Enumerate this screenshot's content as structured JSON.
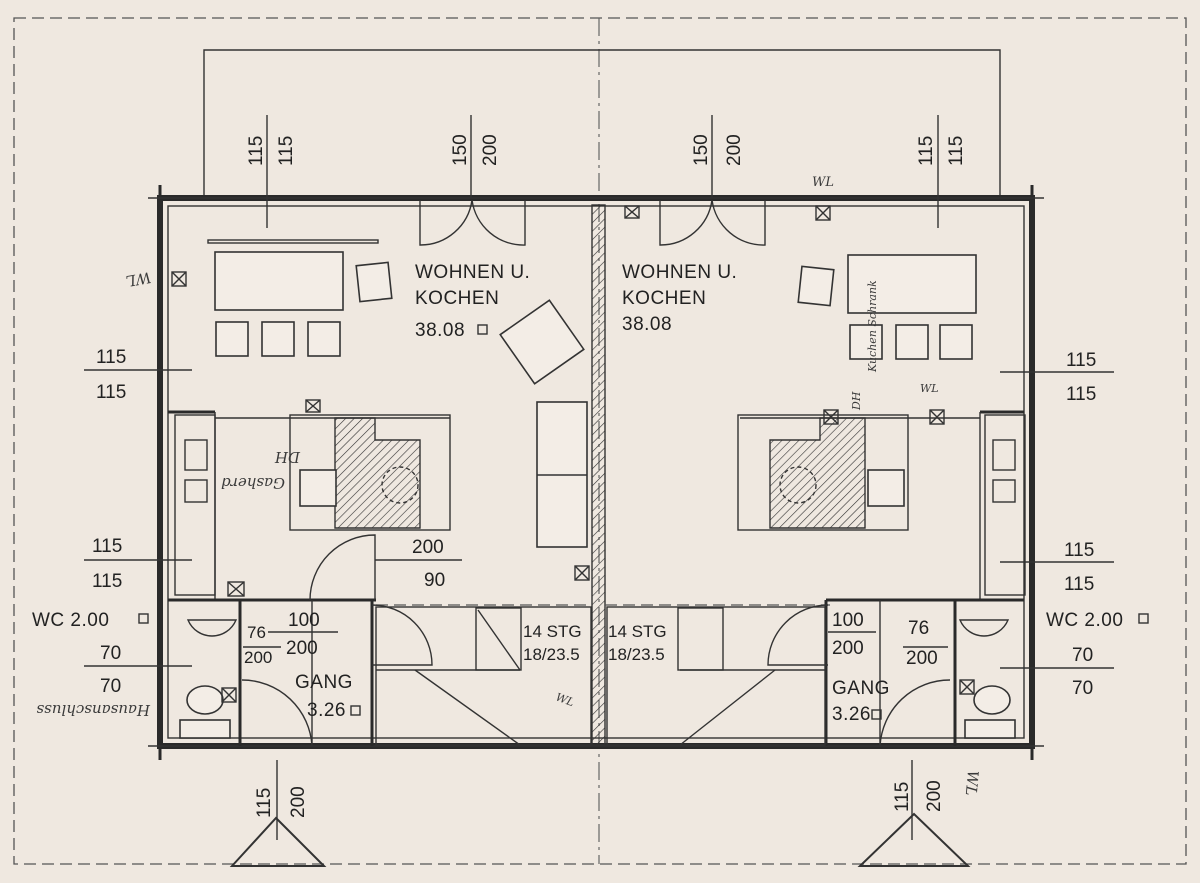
{
  "rooms": {
    "left_living_name": "WOHNEN U.",
    "left_living_name2": "KOCHEN",
    "left_living_area": "38.08",
    "right_living_name": "WOHNEN U.",
    "right_living_name2": "KOCHEN",
    "right_living_area": "38.08",
    "left_wc": "WC 2.00",
    "right_wc": "WC 2.00",
    "left_gang": "GANG",
    "left_gang_area": "3.26",
    "right_gang": "GANG",
    "right_gang_area": "3.26"
  },
  "stairs": {
    "left_steps": "14 STG",
    "left_ratio": "18/23.5",
    "right_steps": "14 STG",
    "right_ratio": "18/23.5"
  },
  "dimensions": {
    "top_left_window": [
      "115",
      "115"
    ],
    "top_left_door": [
      "150",
      "200"
    ],
    "top_right_door": [
      "150",
      "200"
    ],
    "top_right_window": [
      "115",
      "115"
    ],
    "left_side_window": [
      "115",
      "115"
    ],
    "left_side_window2": [
      "115",
      "115"
    ],
    "left_wc_window": [
      "70",
      "70"
    ],
    "right_side_window": [
      "115",
      "115"
    ],
    "right_side_window2": [
      "115",
      "115"
    ],
    "right_wc_window": [
      "70",
      "70"
    ],
    "left_kitchen_opening": [
      "200",
      "90"
    ],
    "left_gang_door": [
      "100",
      "200"
    ],
    "left_wc_door": [
      "76",
      "200"
    ],
    "right_gang_door": [
      "100",
      "200"
    ],
    "right_wc_door": [
      "76",
      "200"
    ],
    "left_entrance": [
      "115",
      "200"
    ],
    "right_entrance": [
      "115",
      "200"
    ]
  },
  "notes": {
    "left_wl": "WL",
    "left_dh": "DH",
    "left_gasherd": "Gasherd",
    "left_hausanschluss": "Hausanschluss",
    "left_stair_wl": "WL",
    "right_top_wl": "WL",
    "right_dh": "DH",
    "right_kuche": "Kuchen Schrank",
    "right_wl": "WL",
    "right_bottom_wl": "WL"
  }
}
